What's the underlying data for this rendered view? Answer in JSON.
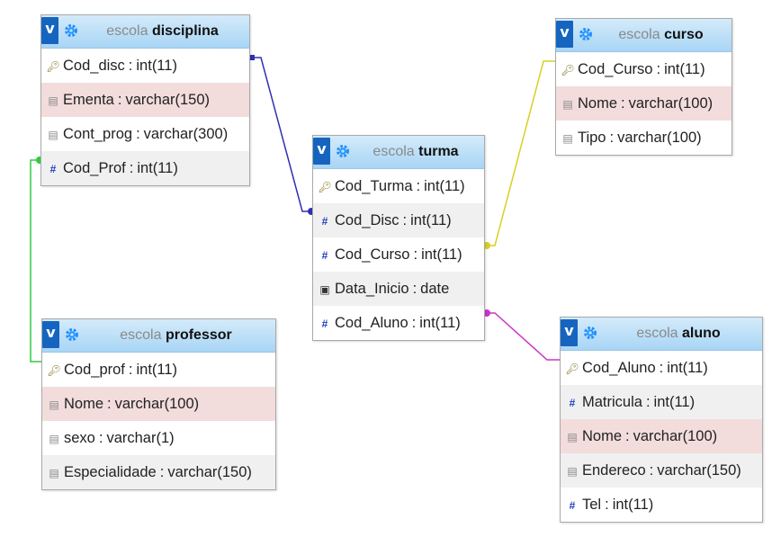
{
  "colors": {
    "header_top": "#d4ebfa",
    "header_bottom": "#a8d5f5",
    "v_button": "#1565c0",
    "gear": "#1e90ff",
    "link_disciplina_turma": "#3030b0",
    "link_disciplina_professor": "#2ecc40",
    "link_turma_curso": "#d8d020",
    "link_turma_aluno": "#cc33cc",
    "pink_row": "#f3dcdc",
    "grey_row": "#f0f0f0"
  },
  "tables": {
    "disciplina": {
      "db": "escola",
      "name": "disciplina",
      "v_label": "v",
      "columns": [
        {
          "icon": "key-icon",
          "name": "Cod_disc",
          "type": "int(11)"
        },
        {
          "icon": "text-icon",
          "name": "Ementa",
          "type": "varchar(150)"
        },
        {
          "icon": "text-icon",
          "name": "Cont_prog",
          "type": "varchar(300)"
        },
        {
          "icon": "hash-icon",
          "name": "Cod_Prof",
          "type": "int(11)"
        }
      ]
    },
    "curso": {
      "db": "escola",
      "name": "curso",
      "v_label": "v",
      "columns": [
        {
          "icon": "key-icon",
          "name": "Cod_Curso",
          "type": "int(11)"
        },
        {
          "icon": "text-icon",
          "name": "Nome",
          "type": "varchar(100)"
        },
        {
          "icon": "text-icon",
          "name": "Tipo",
          "type": "varchar(100)"
        }
      ]
    },
    "turma": {
      "db": "escola",
      "name": "turma",
      "v_label": "v",
      "columns": [
        {
          "icon": "key-icon",
          "name": "Cod_Turma",
          "type": "int(11)"
        },
        {
          "icon": "hash-icon",
          "name": "Cod_Disc",
          "type": "int(11)"
        },
        {
          "icon": "hash-icon",
          "name": "Cod_Curso",
          "type": "int(11)"
        },
        {
          "icon": "date-icon",
          "name": "Data_Inicio",
          "type": "date"
        },
        {
          "icon": "hash-icon",
          "name": "Cod_Aluno",
          "type": "int(11)"
        }
      ]
    },
    "professor": {
      "db": "escola",
      "name": "professor",
      "v_label": "v",
      "columns": [
        {
          "icon": "key-icon",
          "name": "Cod_prof",
          "type": "int(11)"
        },
        {
          "icon": "text-icon",
          "name": "Nome",
          "type": "varchar(100)"
        },
        {
          "icon": "text-icon",
          "name": "sexo",
          "type": "varchar(1)"
        },
        {
          "icon": "text-icon",
          "name": "Especialidade",
          "type": "varchar(150)"
        }
      ]
    },
    "aluno": {
      "db": "escola",
      "name": "aluno",
      "v_label": "v",
      "columns": [
        {
          "icon": "key-icon",
          "name": "Cod_Aluno",
          "type": "int(11)"
        },
        {
          "icon": "hash-icon",
          "name": "Matricula",
          "type": "int(11)"
        },
        {
          "icon": "text-icon",
          "name": "Nome",
          "type": "varchar(100)"
        },
        {
          "icon": "text-icon",
          "name": "Endereco",
          "type": "varchar(150)"
        },
        {
          "icon": "hash-icon",
          "name": "Tel",
          "type": "int(11)"
        }
      ]
    }
  },
  "relations": [
    {
      "from": "disciplina.Cod_disc",
      "to": "turma.Cod_Disc"
    },
    {
      "from": "disciplina.Cod_Prof",
      "to": "professor.Cod_prof"
    },
    {
      "from": "turma.Cod_Curso",
      "to": "curso.Cod_Curso"
    },
    {
      "from": "turma.Cod_Aluno",
      "to": "aluno.Cod_Aluno"
    }
  ]
}
